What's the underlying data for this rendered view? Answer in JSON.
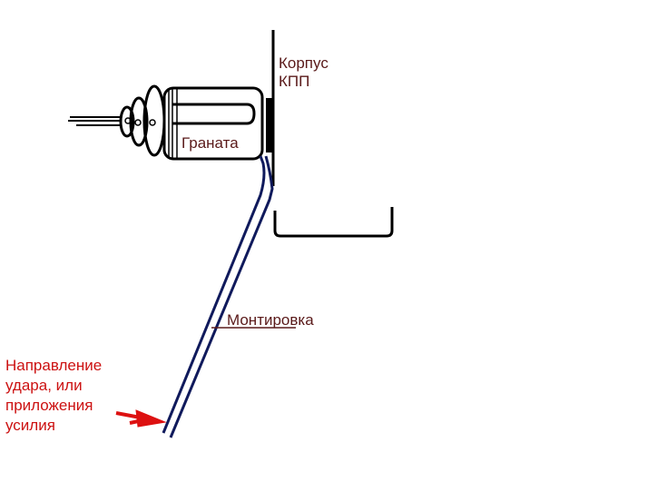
{
  "labels": {
    "housing_line1": "Корпус",
    "housing_line2": "КПП",
    "grenade": "Граната",
    "crowbar": "Монтировка",
    "direction_line1": "Направление",
    "direction_line2": "удара, или",
    "direction_line3": "приложения",
    "direction_line4": "усилия"
  },
  "colors": {
    "outline": "#000000",
    "crowbar": "#101a5c",
    "label_dark": "#5a1a1a",
    "label_red": "#cc1111"
  }
}
